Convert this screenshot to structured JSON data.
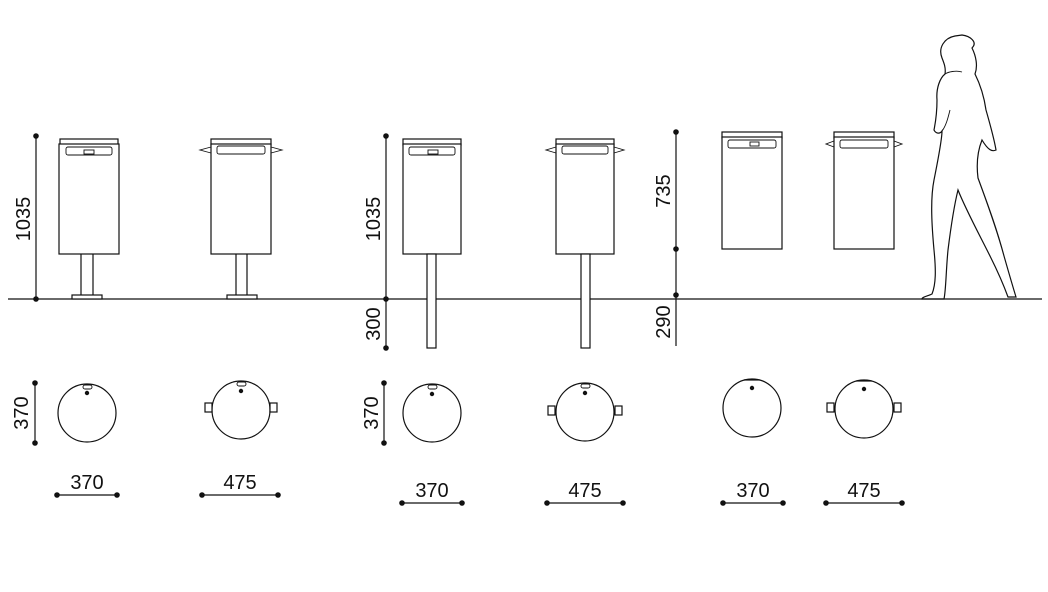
{
  "dimensions": {
    "height_floor_1": "1035",
    "height_floor_2": "1035",
    "height_ground_2": "300",
    "height_wall": "735",
    "height_wall_ground": "290",
    "depth_1": "370",
    "depth_2": "370",
    "width_1": "370",
    "width_2": "475",
    "width_3": "370",
    "width_4": "475",
    "width_5": "370",
    "width_6": "475"
  }
}
